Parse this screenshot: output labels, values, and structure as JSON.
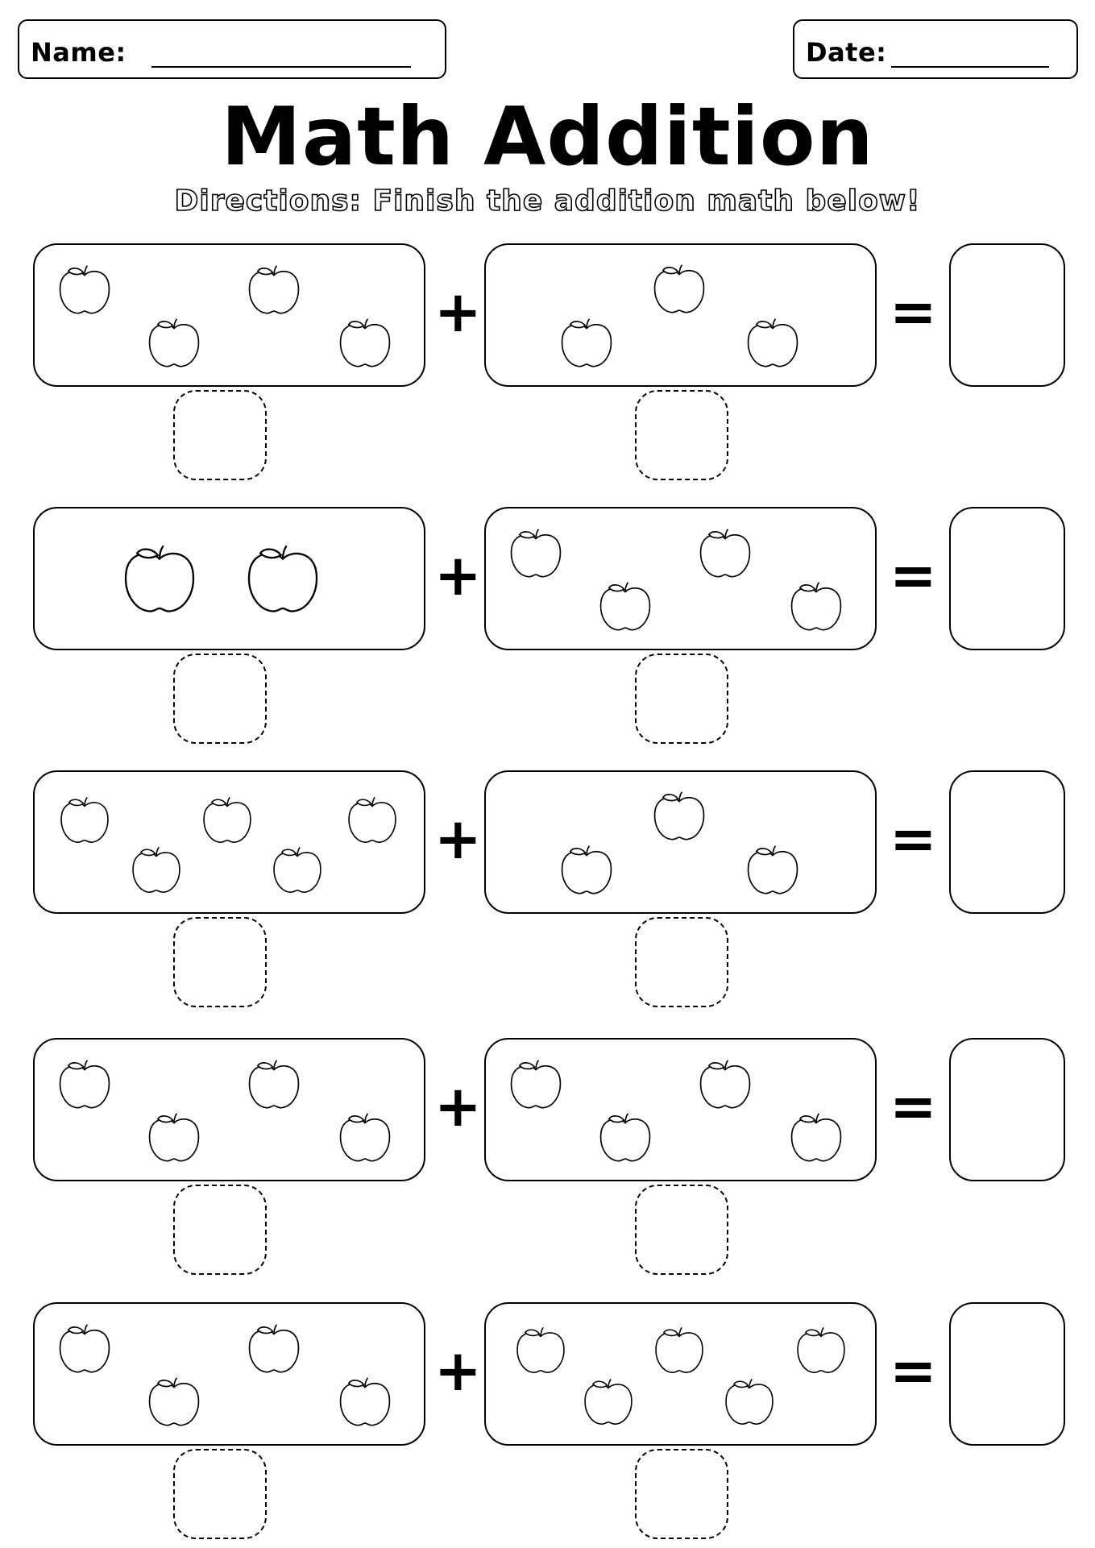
{
  "header": {
    "name_label": "Name:",
    "date_label": "Date:"
  },
  "title": "Math Addition",
  "directions": "Directions: Finish the addition math below!",
  "operators": {
    "plus": "+",
    "equals": "="
  },
  "problems": [
    {
      "left_apples": 4,
      "right_apples": 3
    },
    {
      "left_apples": 2,
      "right_apples": 4
    },
    {
      "left_apples": 5,
      "right_apples": 3
    },
    {
      "left_apples": 4,
      "right_apples": 4
    },
    {
      "left_apples": 4,
      "right_apples": 5
    }
  ],
  "icons": {
    "apple": "apple-icon"
  }
}
